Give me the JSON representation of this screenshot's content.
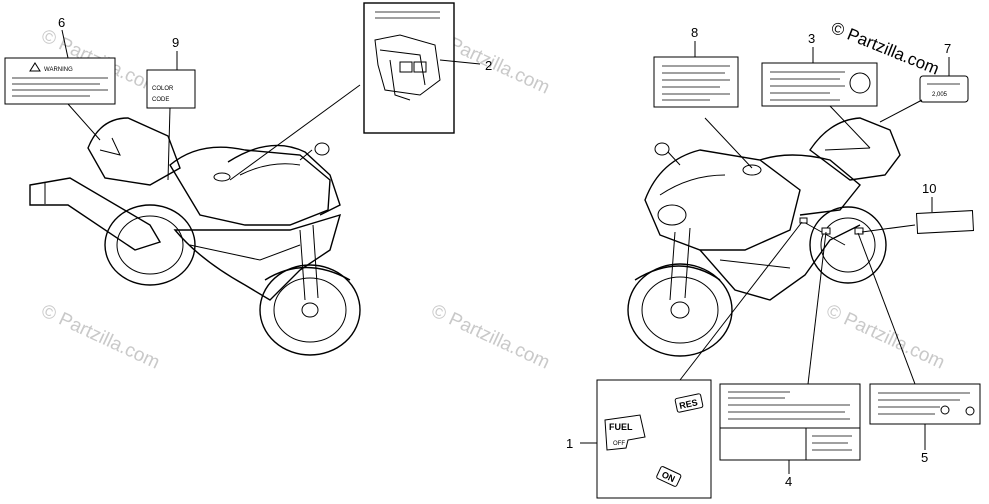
{
  "copyright": "© Partzilla.com",
  "watermark": "© Partzilla.com",
  "callouts": {
    "c1": "1",
    "c2": "2",
    "c3": "3",
    "c4": "4",
    "c5": "5",
    "c6": "6",
    "c7": "7",
    "c8": "8",
    "c9": "9",
    "c10": "10"
  },
  "label_text": {
    "warning": "WARNING",
    "color": "COLOR",
    "code": "CODE",
    "cap": "2,005",
    "fuel": "FUEL",
    "off": "OFF",
    "res": "RES",
    "on": "ON"
  }
}
